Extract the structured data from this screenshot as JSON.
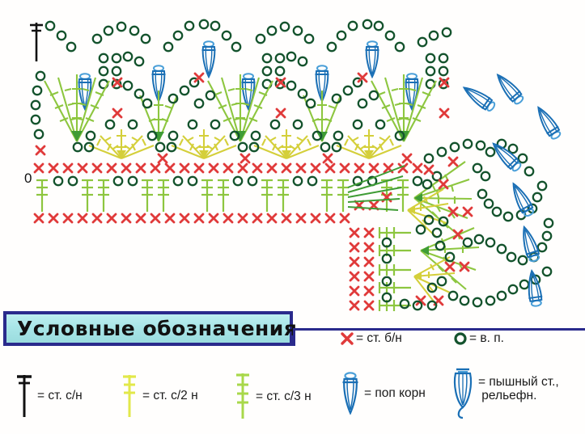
{
  "document": {
    "type": "crochet-pattern-chart",
    "language": "ru",
    "background_color": "#fffefd"
  },
  "legend": {
    "banner_title": "Условные обозначения",
    "banner_fill": "#a9e6e8",
    "banner_border": "#2a2a8c",
    "banner_text_color": "#111111",
    "entries": [
      {
        "id": "sc",
        "symbol": "x-icon",
        "color": "#e03a3a",
        "label": "= ст. б/н"
      },
      {
        "id": "chain",
        "symbol": "o-icon",
        "color": "#14532d",
        "label": "= в. п."
      },
      {
        "id": "dc",
        "symbol": "treble-1-bar-icon",
        "color": "#111111",
        "label": "= ст. с/н"
      },
      {
        "id": "dtr2",
        "symbol": "treble-2-bar-icon",
        "color": "#e2e84a",
        "label": "= ст. с/2 н"
      },
      {
        "id": "dtr3",
        "symbol": "treble-3-bar-icon",
        "color": "#8dc63f",
        "label": "= ст. с/3 н"
      },
      {
        "id": "popcorn",
        "symbol": "popcorn-icon",
        "color": "#1a6fb5",
        "label": "= поп корн"
      },
      {
        "id": "puff",
        "symbol": "puff-relief-icon",
        "color": "#1a6fb5",
        "label_line1": "= пышный ст.,",
        "label_line2": " рельефн."
      }
    ]
  },
  "chart_markers": {
    "row_start_label": "0",
    "start_marker_color": "#111111"
  },
  "palette": {
    "red_x": "#e03a3a",
    "dark_green_o": "#14532d",
    "green_stitch": "#8dc63f",
    "deep_green": "#3f9c35",
    "yellow_stitch": "#d4cf3a",
    "blue_popcorn": "#1a6fb5",
    "blue_popcorn_light": "#4a9fd8",
    "black": "#111111"
  },
  "chart_data": {
    "type": "diagram",
    "title": "Условные обозначения",
    "description": "Crochet stitch chart: straight base rows at left transitioning to a radial corner fan at right",
    "structure": {
      "base_row_sc_count": 26,
      "treble_pairs": 7,
      "chain_pairs_between_trebles": 7,
      "yellow_fans": 4,
      "green_fans": 5,
      "popcorn_top_count": 6,
      "corner_radial_fans": 5,
      "corner_popcorns": 6
    }
  }
}
